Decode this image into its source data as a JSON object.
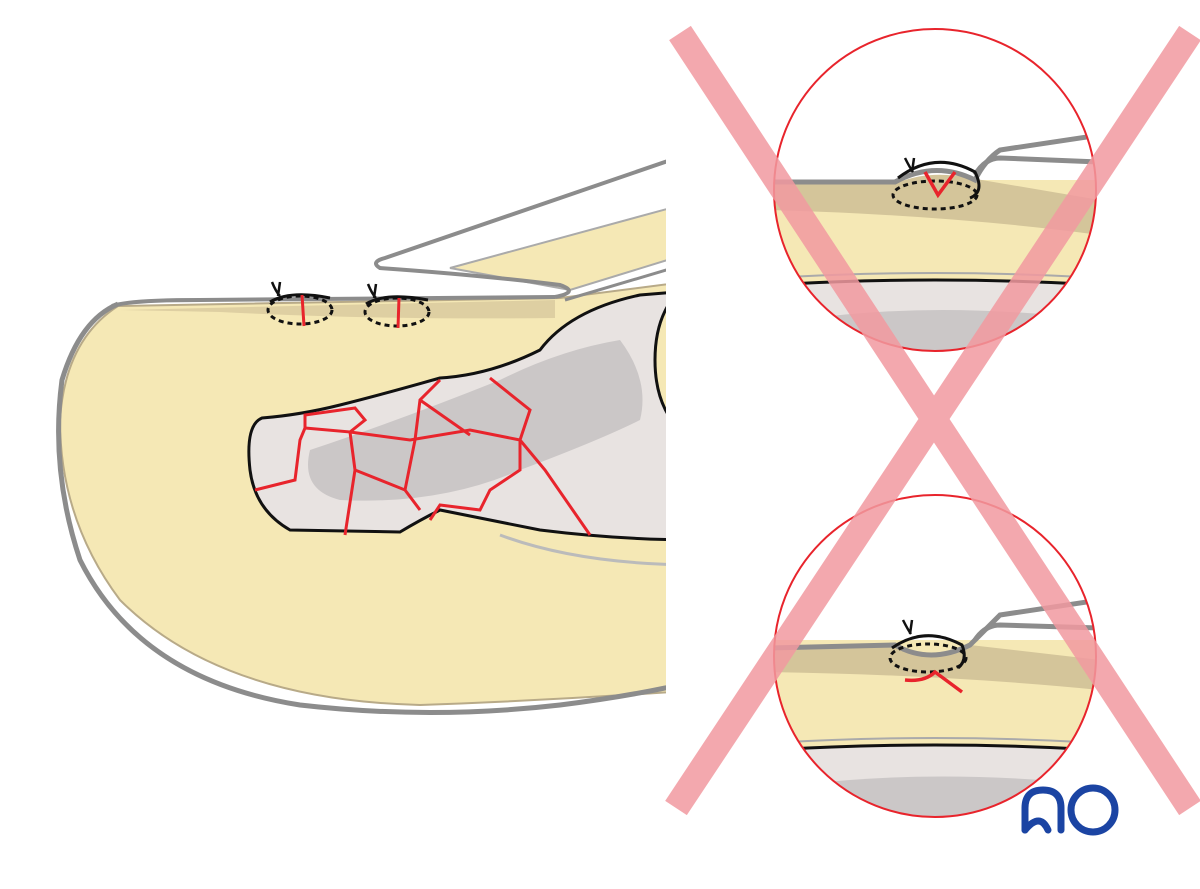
{
  "logo": {
    "text": "AO",
    "color": "#1b44a3"
  },
  "colors": {
    "soft_tissue": "#f5e8b5",
    "skin_outline": "#8c8c8c",
    "bone": "#e8e3e1",
    "bone_shadow": "#cbc7c7",
    "fracture_lines": "#e8242c",
    "suture": "#111111",
    "cross_mark": "#f29aa0",
    "circle_outline": "#e8242c"
  },
  "panels": [
    {
      "id": "main-view",
      "description_icon": "fingertip-cross-section"
    },
    {
      "id": "detail-top",
      "description_icon": "everted-suture-detail"
    },
    {
      "id": "detail-bottom",
      "description_icon": "inverted-suture-detail"
    }
  ],
  "marks": {
    "cross": "incorrect-technique-x-icon"
  }
}
